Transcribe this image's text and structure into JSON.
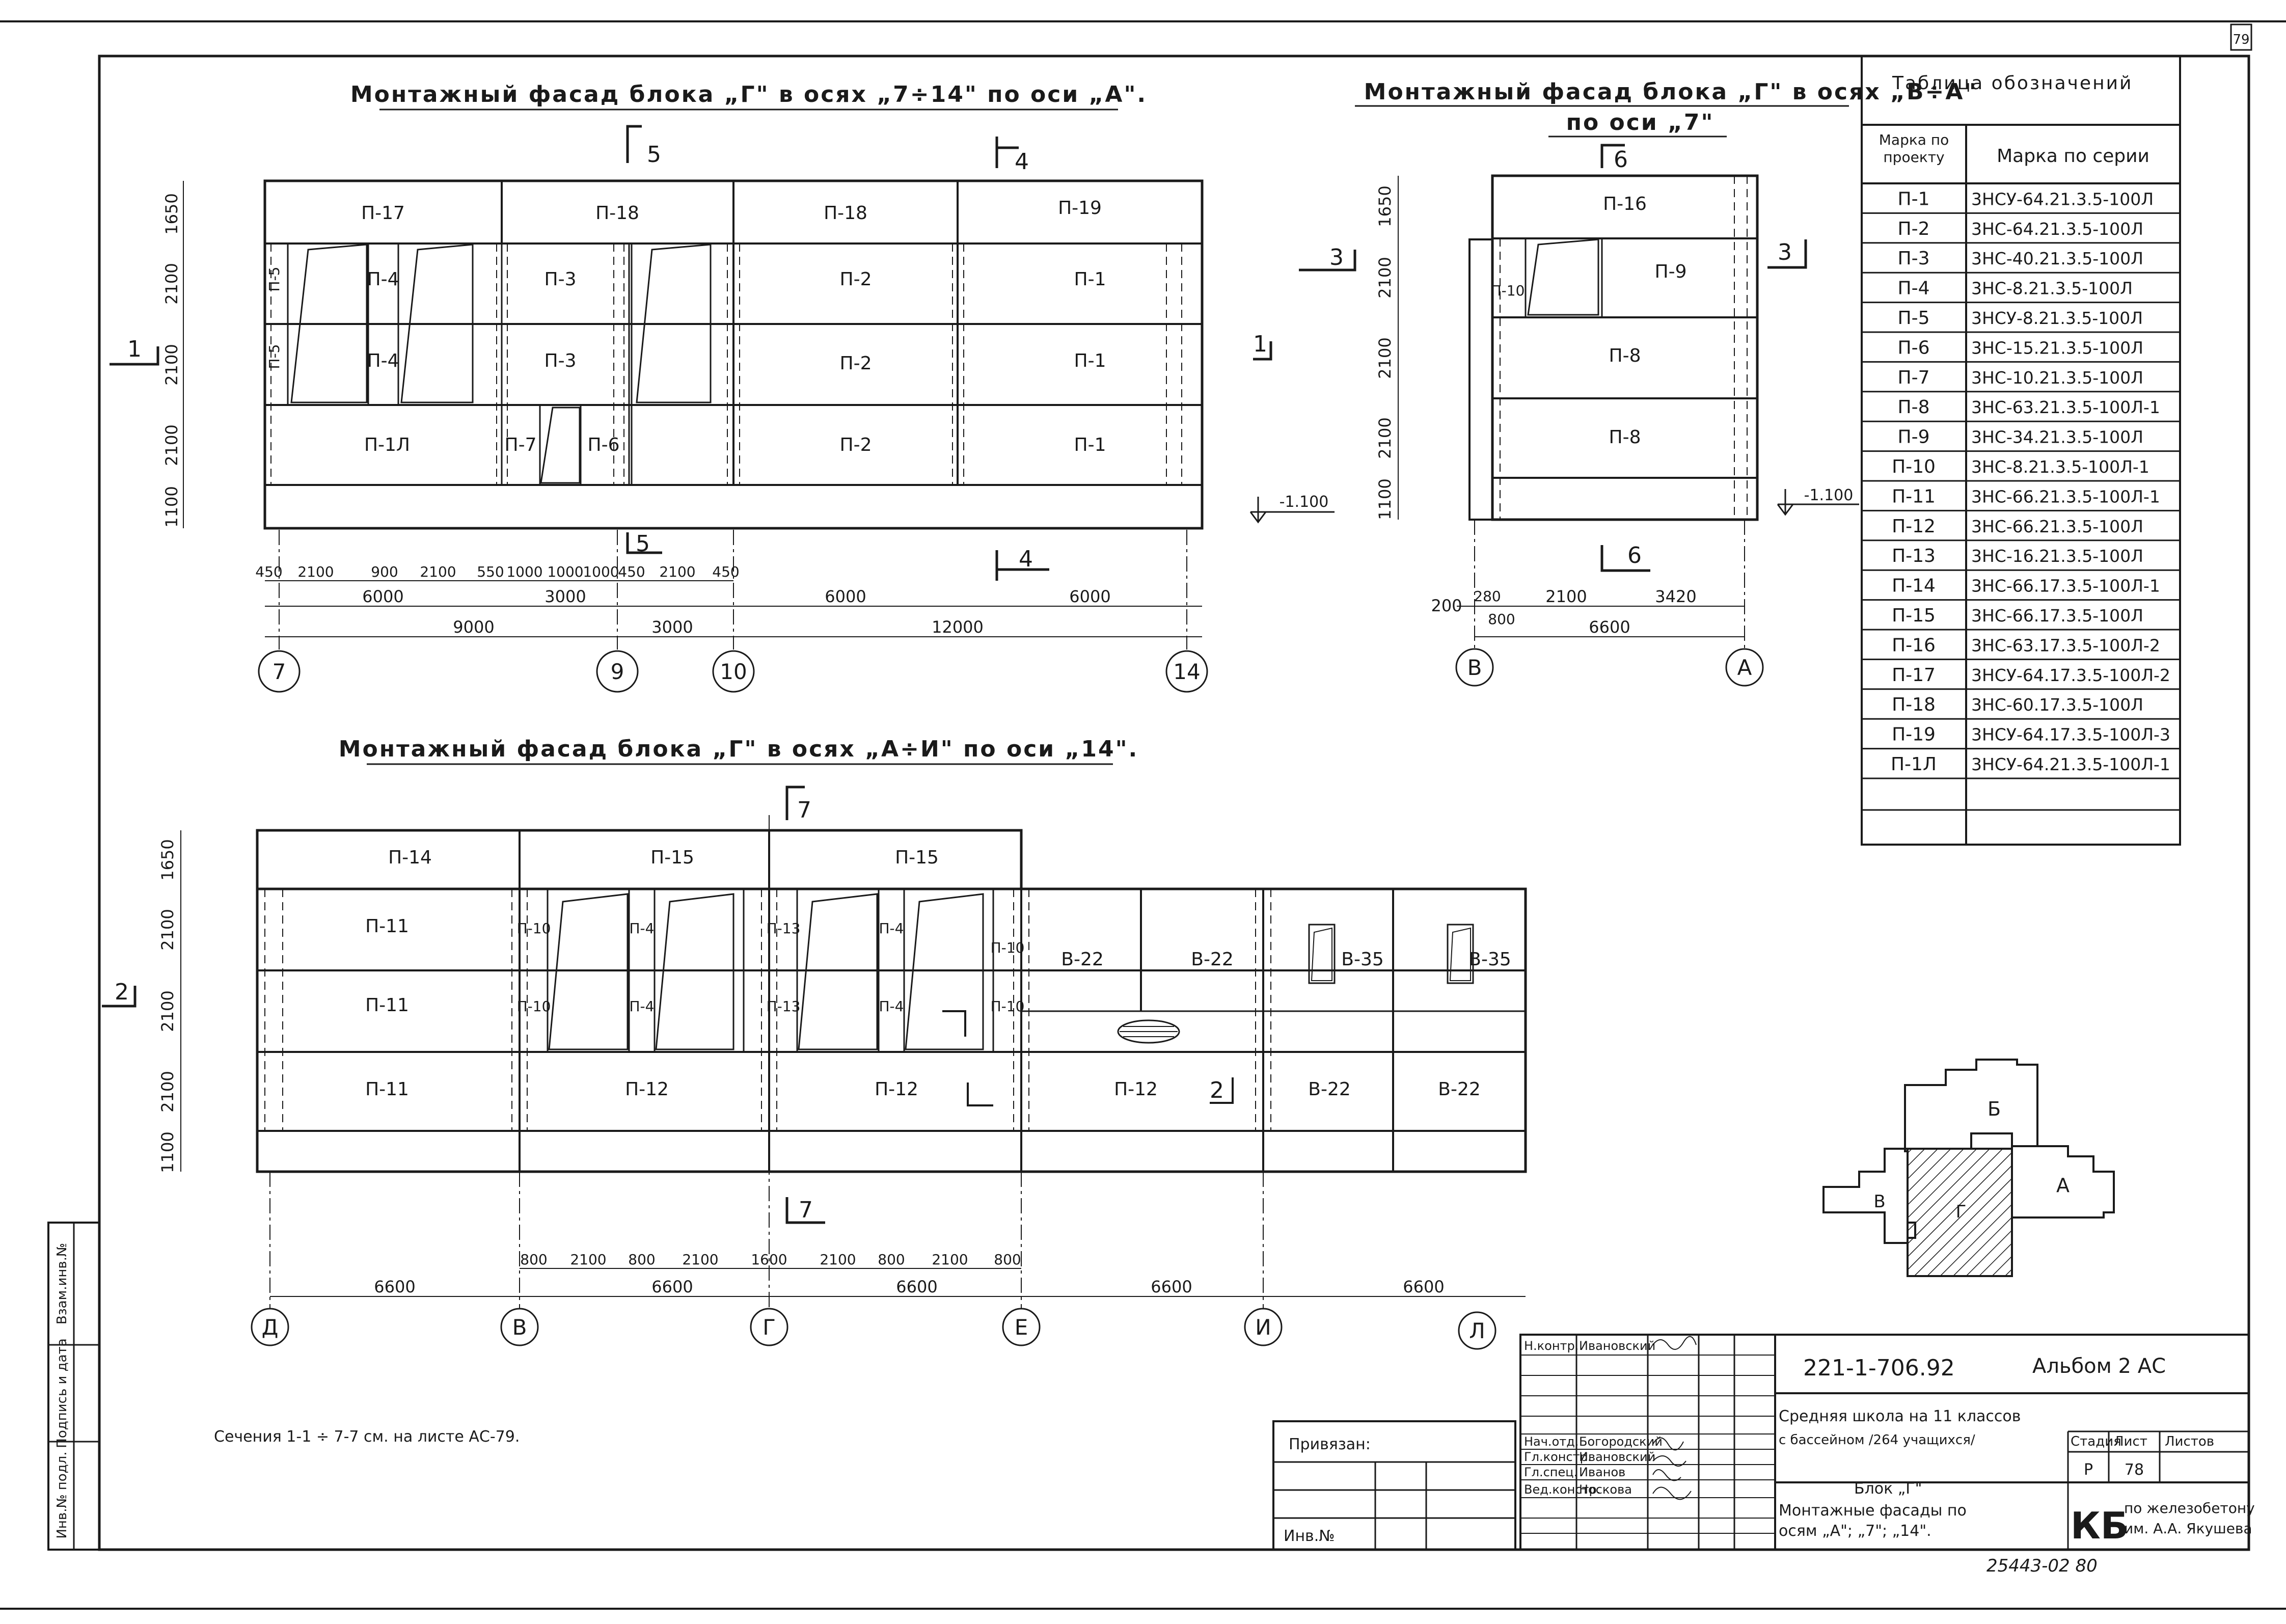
{
  "sheet": {
    "page_corner": "79",
    "note": "Сечения 1-1 ÷ 7-7 см. на листе АС-79."
  },
  "cut_marks": {
    "c1": "1",
    "c2": "2",
    "c3": "3",
    "c4": "4",
    "c5": "5",
    "c6": "6",
    "c7": "7"
  },
  "facade1": {
    "title": "Монтажный фасад блока „Г\" в осях „7÷14\" по оси „А\".",
    "panels": [
      "П-17",
      "П-18",
      "П-18",
      "П-19",
      "П-4",
      "П-3",
      "П-2",
      "П-1",
      "П-4",
      "П-3",
      "П-2",
      "П-1",
      "П-1Л",
      "П-7",
      "П-6",
      "П-2",
      "П-1",
      "П-5",
      "П-5"
    ],
    "level": "-1.100",
    "row_heights": [
      "1650",
      "2100",
      "2100",
      "2100",
      "1100"
    ],
    "dims_top": [
      "450",
      "2100",
      "900",
      "2100",
      "550",
      "1000",
      "1000",
      "1000",
      "450",
      "2100",
      "450"
    ],
    "dims_mid": [
      "6000",
      "3000",
      "6000",
      "6000"
    ],
    "dims_bot": [
      "9000",
      "3000",
      "12000"
    ],
    "axes": [
      "7",
      "9",
      "10",
      "14"
    ]
  },
  "facade2": {
    "title_line1": "Монтажный фасад блока „Г\" в осях „В÷А\"",
    "title_line2": "по оси „7\"",
    "panels": [
      "П-16",
      "П-10",
      "П-9",
      "П-8",
      "П-8"
    ],
    "level": "-1.100",
    "row_heights": [
      "1650",
      "2100",
      "2100",
      "2100",
      "1100"
    ],
    "dims_top": [
      "200",
      "280",
      "800",
      "2100",
      "3420"
    ],
    "dims_bot": [
      "6600"
    ],
    "axes": [
      "В",
      "А"
    ]
  },
  "facade3": {
    "title": "Монтажный фасад блока „Г\" в осях „А÷И\" по оси „14\".",
    "panels": [
      "П-14",
      "П-15",
      "П-15",
      "П-11",
      "П-11",
      "П-11",
      "П-10",
      "П-4",
      "П-13",
      "П-4",
      "П-10",
      "П-10",
      "П-4",
      "П-13",
      "П-4",
      "П-10",
      "В-22",
      "В-22",
      "В-35",
      "В-35",
      "П-12",
      "П-12",
      "П-12",
      "В-22",
      "В-22"
    ],
    "row_heights": [
      "1650",
      "2100",
      "2100",
      "2100",
      "1100"
    ],
    "dims_top": [
      "800",
      "2100",
      "800",
      "2100",
      "1600",
      "2100",
      "800",
      "2100",
      "800"
    ],
    "dims_bot": [
      "6600",
      "6600",
      "6600",
      "6600",
      "6600"
    ],
    "axes": [
      "Д",
      "В",
      "Г",
      "Е",
      "И",
      "Л"
    ]
  },
  "legend_table": {
    "title": "Таблица обозначений",
    "col1": "Марка по проекту",
    "col2": "Марка по серии",
    "rows": [
      [
        "П-1",
        "3НСУ-64.21.3.5-100Л"
      ],
      [
        "П-2",
        "3НС-64.21.3.5-100Л"
      ],
      [
        "П-3",
        "3НС-40.21.3.5-100Л"
      ],
      [
        "П-4",
        "3НС-8.21.3.5-100Л"
      ],
      [
        "П-5",
        "3НСУ-8.21.3.5-100Л"
      ],
      [
        "П-6",
        "3НС-15.21.3.5-100Л"
      ],
      [
        "П-7",
        "3НС-10.21.3.5-100Л"
      ],
      [
        "П-8",
        "3НС-63.21.3.5-100Л-1"
      ],
      [
        "П-9",
        "3НС-34.21.3.5-100Л"
      ],
      [
        "П-10",
        "3НС-8.21.3.5-100Л-1"
      ],
      [
        "П-11",
        "3НС-66.21.3.5-100Л-1"
      ],
      [
        "П-12",
        "3НС-66.21.3.5-100Л"
      ],
      [
        "П-13",
        "3НС-16.21.3.5-100Л"
      ],
      [
        "П-14",
        "3НС-66.17.3.5-100Л-1"
      ],
      [
        "П-15",
        "3НС-66.17.3.5-100Л"
      ],
      [
        "П-16",
        "3НС-63.17.3.5-100Л-2"
      ],
      [
        "П-17",
        "3НСУ-64.17.3.5-100Л-2"
      ],
      [
        "П-18",
        "3НС-60.17.3.5-100Л"
      ],
      [
        "П-19",
        "3НСУ-64.17.3.5-100Л-3"
      ],
      [
        "П-1Л",
        "3НСУ-64.21.3.5-100Л-1"
      ]
    ]
  },
  "keyplan": {
    "labels": [
      "Б",
      "А",
      "В",
      "Г"
    ]
  },
  "left_strip": {
    "cols": [
      "Инв.№ подл.",
      "Подпись и дата",
      "Взам.инв.№"
    ]
  },
  "stamp": {
    "privyazan": "Привязан:",
    "inv": "Инв.№",
    "code": "221-1-706.92",
    "album": "Альбом 2 АС",
    "roles": [
      "Н.контр.",
      "Нач.отд.",
      "Гл.констр.",
      "Гл.спец.",
      "Вед.констр."
    ],
    "names": [
      "Ивановский",
      "Богородский",
      "Ивановский",
      "Иванов",
      "Носкова"
    ],
    "project_line1": "Средняя школа на 11 классов",
    "project_line2": "с бассейном /264 учащихся/",
    "sheet_name1": "Блок „Г\"",
    "sheet_name2": "Монтажные фасады по",
    "sheet_name3": "осям „А\"; „7\"; „14\".",
    "stage_h": "Стадия",
    "list_h": "Лист",
    "lists_h": "Листов",
    "stage": "Р",
    "list": "78",
    "org_logo": "КБ",
    "org_line1": "по железобетону",
    "org_line2": "им. А.А. Якушева",
    "archive": "25443-02 80"
  }
}
